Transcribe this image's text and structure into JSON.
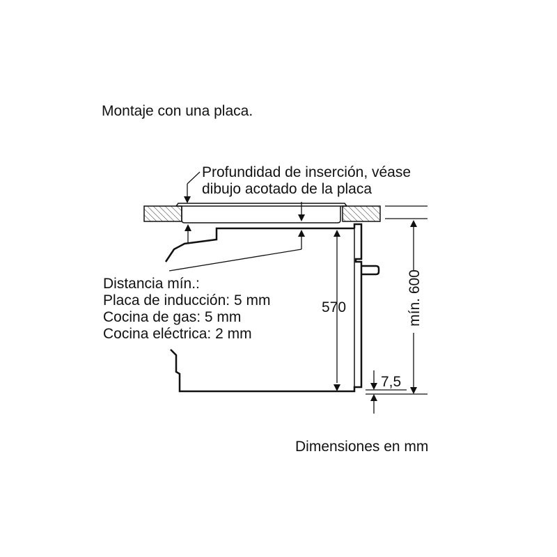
{
  "title": "Montaje con una placa.",
  "callout": {
    "line1": "Profundidad de inserción, véase",
    "line2": "dibujo acotado de la placa"
  },
  "min_distance": {
    "heading": "Distancia mín.:",
    "items": [
      "Placa de inducción: 5 mm",
      "Cocina de gas: 5 mm",
      "Cocina eléctrica: 2 mm"
    ]
  },
  "dimensions": {
    "oven_height": "570",
    "cabinet_min_height": "mín. 600",
    "gap": "7,5"
  },
  "footer": "Dimensiones en mm",
  "colors": {
    "line": "#111111",
    "hatch": "#333333",
    "background": "#ffffff"
  }
}
